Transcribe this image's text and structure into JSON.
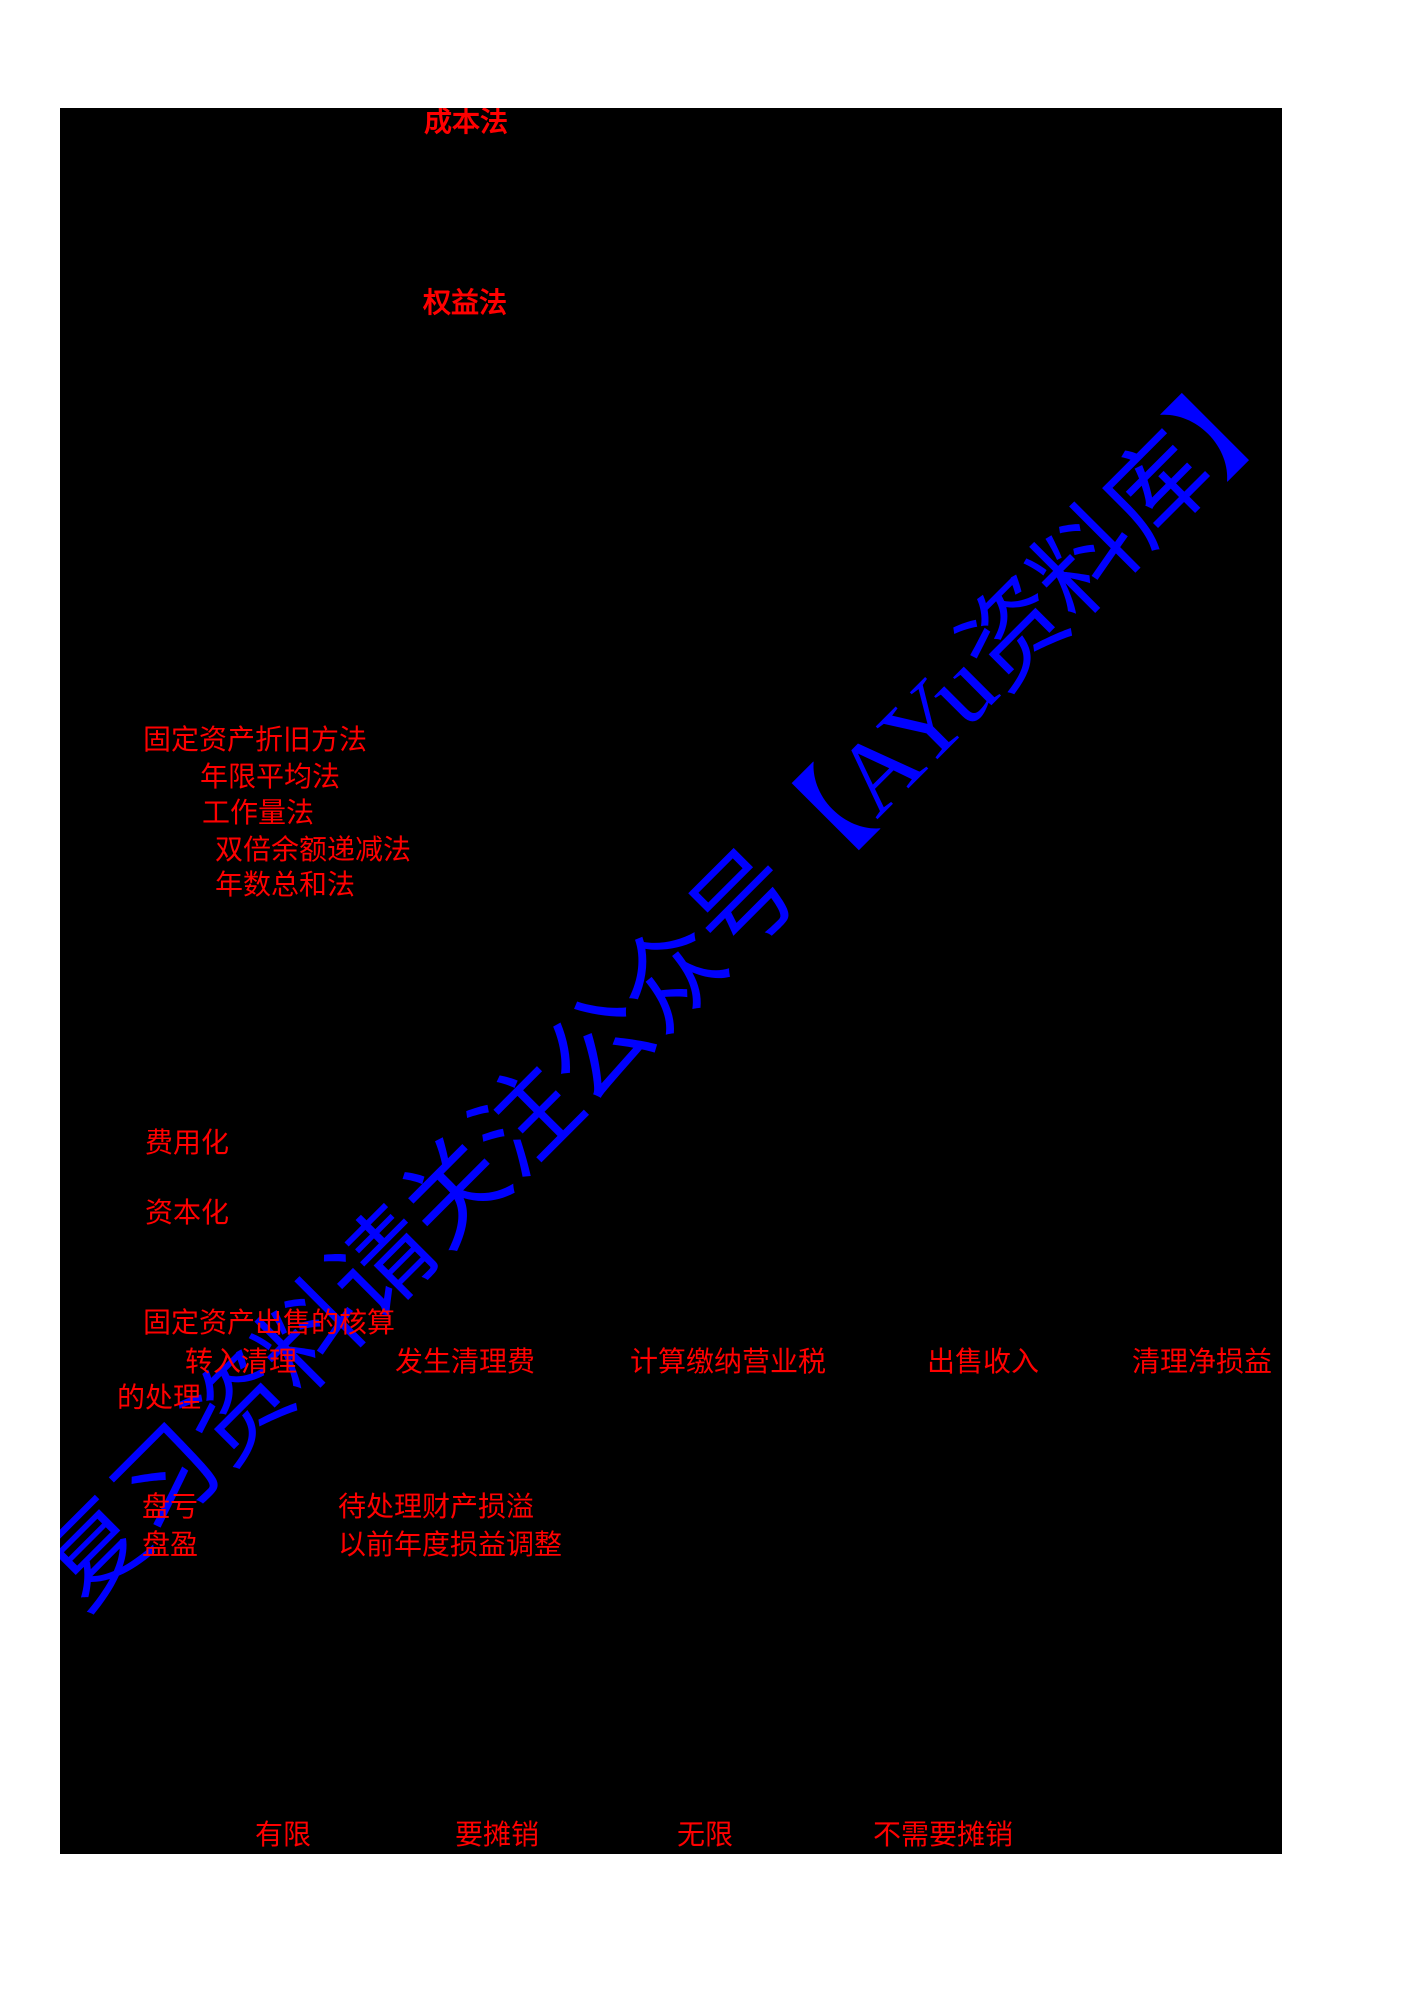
{
  "page": {
    "background": "#ffffff",
    "panel_background": "#000000"
  },
  "colors": {
    "label_red": "#ff0000",
    "watermark_blue": "#0000ff"
  },
  "watermark": {
    "text": "复习资料请关注公众号【AYu资料库】"
  },
  "sections": {
    "cost_method": "成本法",
    "equity_method": "权益法",
    "depreciation": {
      "title": "固定资产折旧方法",
      "items": [
        "年限平均法",
        "工作量法",
        "双倍余额递减法",
        "年数总和法"
      ]
    },
    "expense": "费用化",
    "capitalize": "资本化",
    "disposal": {
      "title": "固定资产出售的核算",
      "steps": [
        "转入清理",
        "发生清理费",
        "计算缴纳营业税",
        "出售收入",
        "清理净损益"
      ],
      "suffix": "的处理"
    },
    "inventory": {
      "rows": [
        {
          "label": "盘亏",
          "account": "待处理财产损溢"
        },
        {
          "label": "盘盈",
          "account": "以前年度损益调整"
        }
      ]
    },
    "amortization": {
      "items": [
        "有限",
        "要摊销",
        "无限",
        "不需要摊销"
      ]
    }
  }
}
